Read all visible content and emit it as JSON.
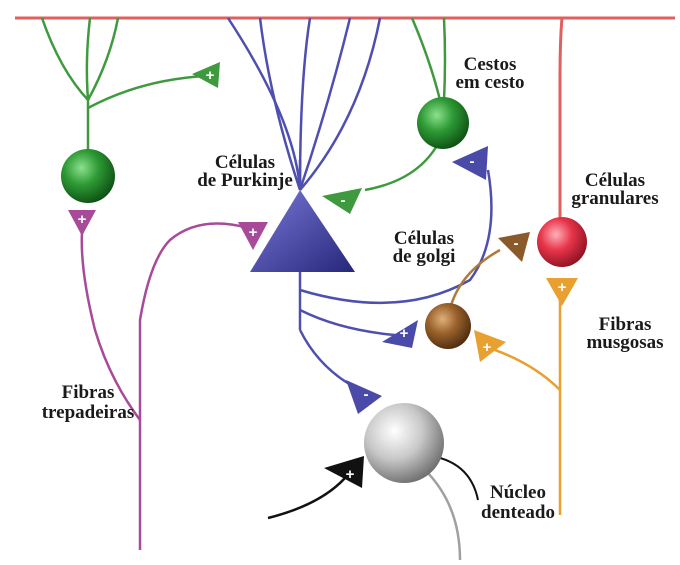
{
  "labels": {
    "cestos_line1": "Cestos",
    "cestos_line2": "em cesto",
    "purkinje_line1": "Células",
    "purkinje_line2": "de Purkinje",
    "granulares_line1": "Células",
    "granulares_line2": "granulares",
    "golgi_line1": "Células",
    "golgi_line2": "de golgi",
    "musgosas_line1": "Fibras",
    "musgosas_line2": "musgosas",
    "trepadeiras_line1": "Fibras",
    "trepadeiras_line2": "trepadeiras",
    "nucleo_line1": "Núcleo",
    "nucleo_line2": "denteado"
  },
  "signs": {
    "stellate_synapse": "+",
    "climbing_on_stellate": "+",
    "climbing_on_purkinje": "+",
    "basket_on_purkinje": "-",
    "purkinje_on_basket": "-",
    "golgi_on_granule": "-",
    "purkinje_on_golgi": "+",
    "mossy_on_granule": "+",
    "mossy_on_golgi": "+",
    "purkinje_on_nucleus": "-",
    "input_on_nucleus": "+"
  },
  "colors": {
    "parallel_fiber": "#e05a5a",
    "stellate": "#3f9a3f",
    "purkinje": "#4a4aa8",
    "golgi": "#8b5a2b",
    "granule": "#e02f45",
    "mossy": "#e8a030",
    "climbing": "#a84a9a",
    "nucleus": "#b8b8b8"
  }
}
